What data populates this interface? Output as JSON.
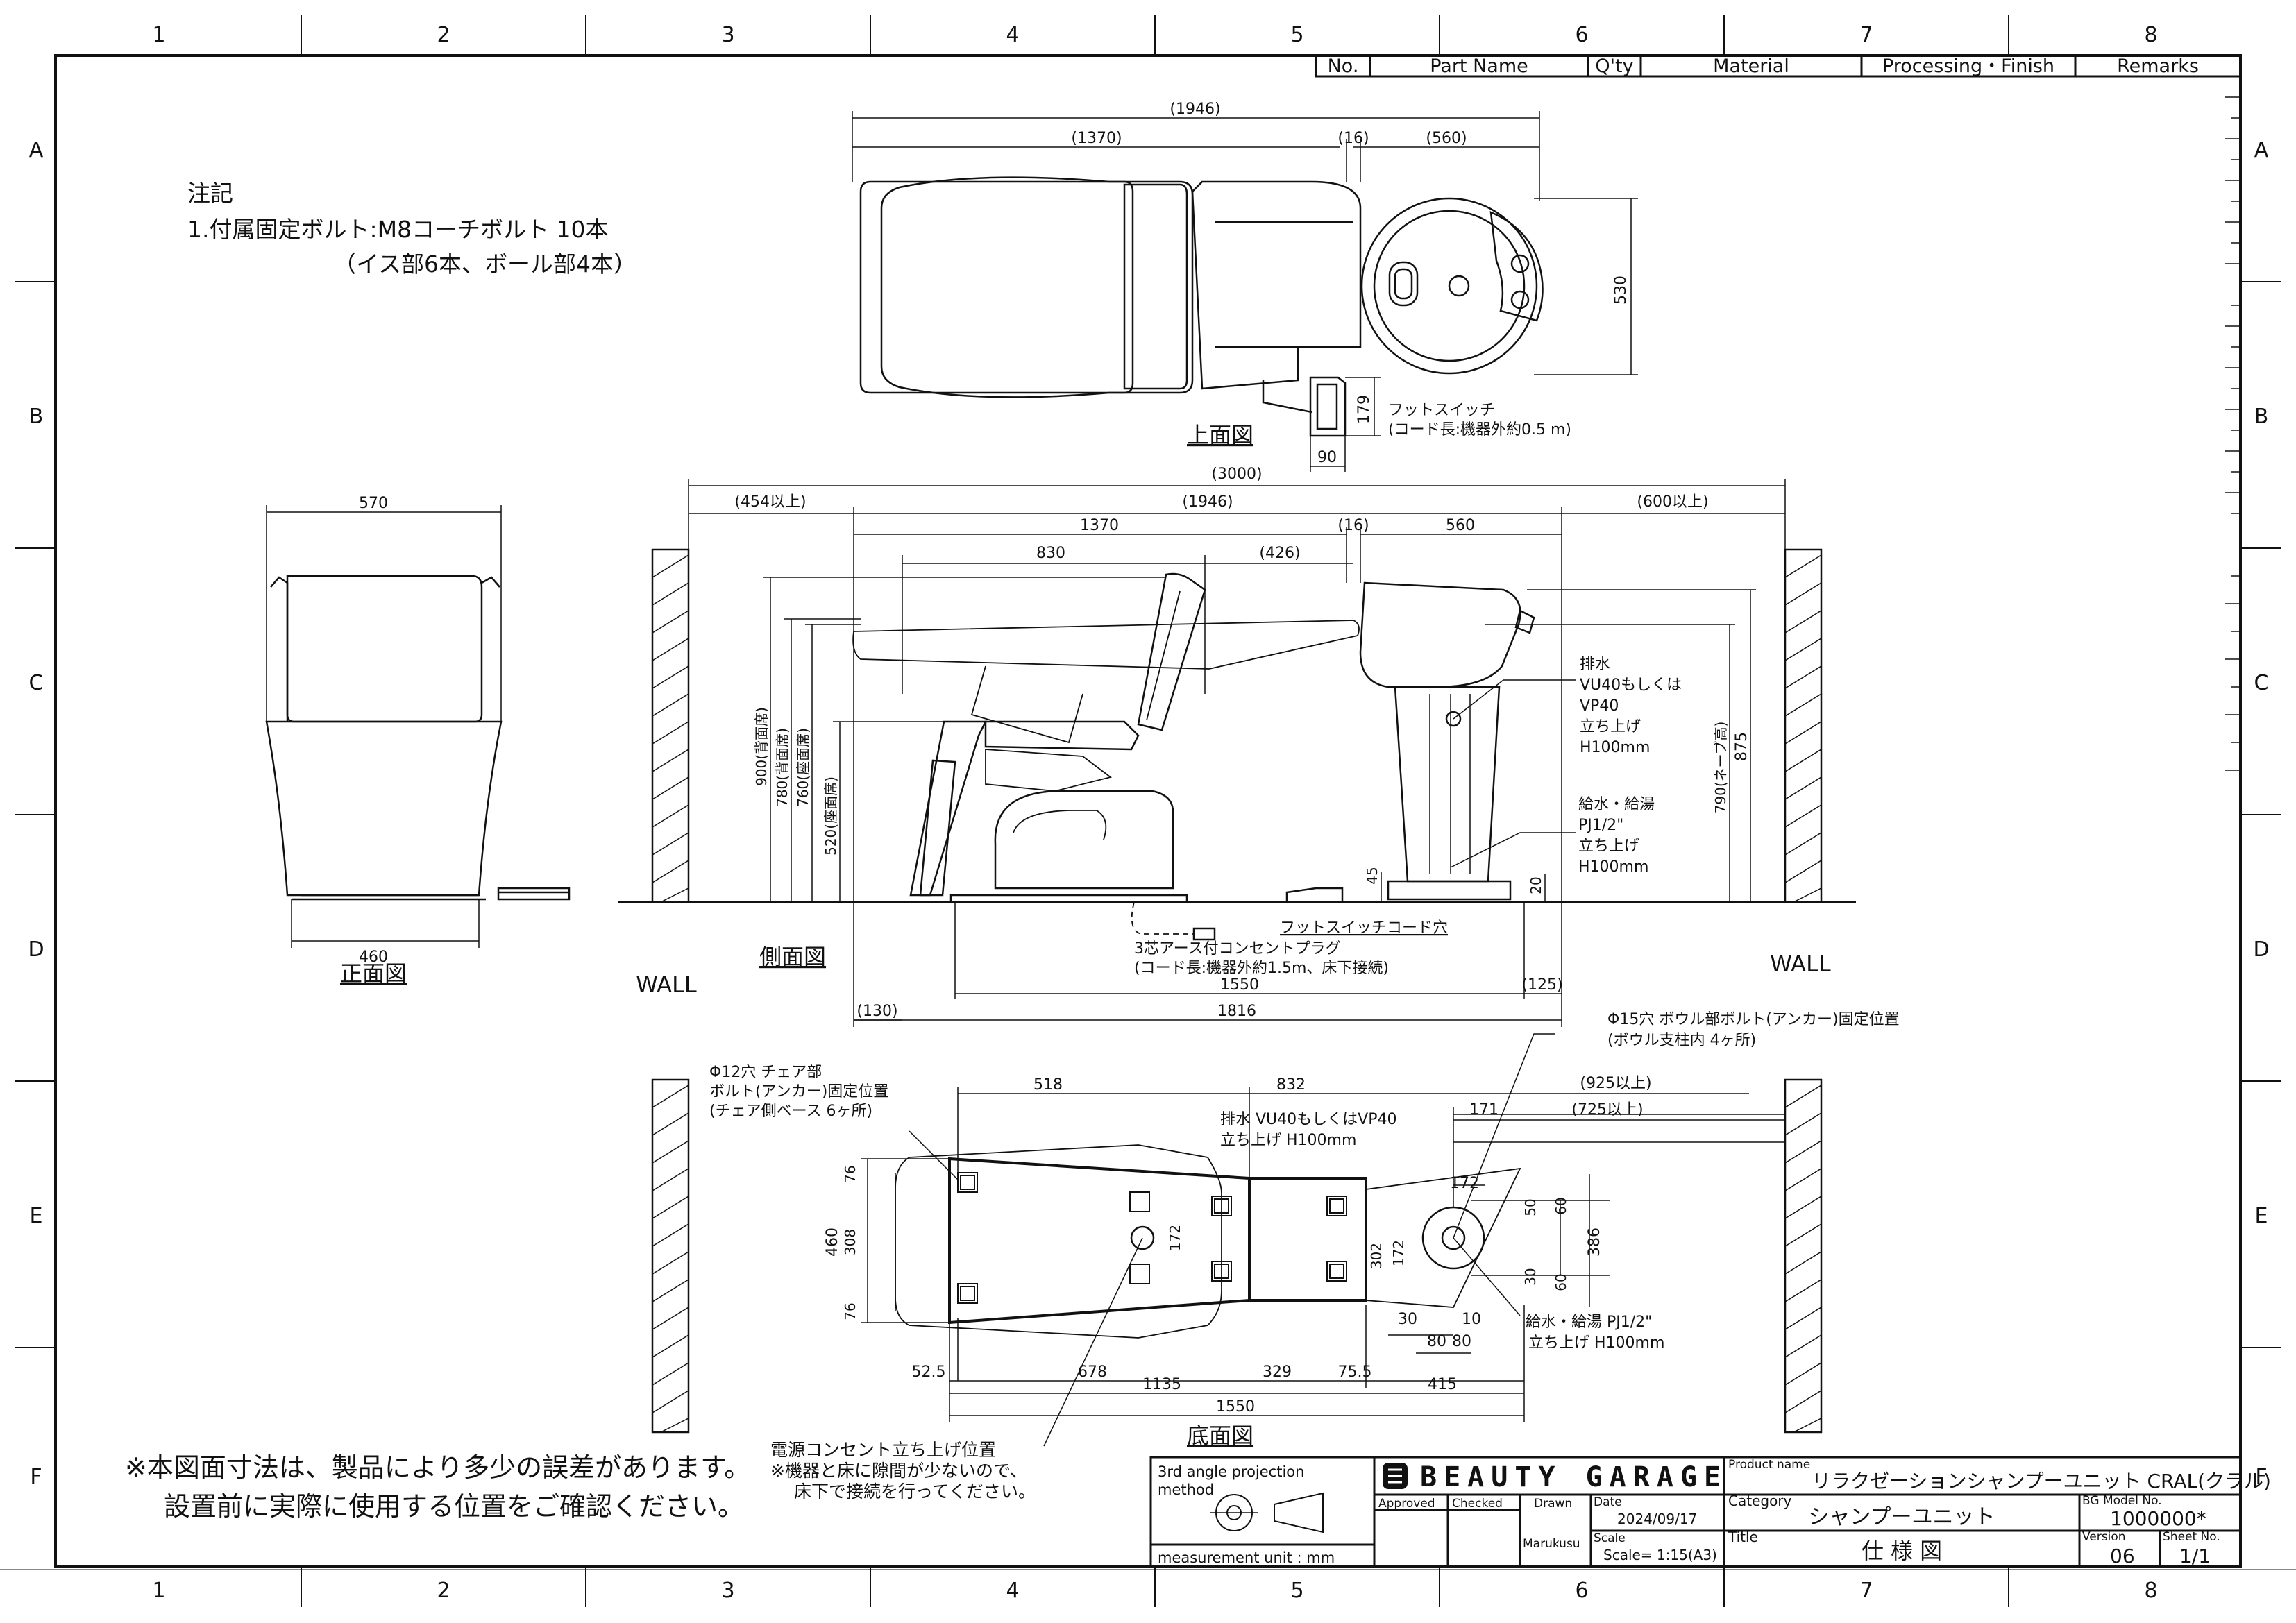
{
  "grid": {
    "columns": [
      "1",
      "2",
      "3",
      "4",
      "5",
      "6",
      "7",
      "8"
    ],
    "rows": [
      "A",
      "B",
      "C",
      "D",
      "E",
      "F"
    ]
  },
  "parts_table": {
    "headers": [
      "No.",
      "Part Name",
      "Q'ty",
      "Material",
      "Processing・Finish",
      "Remarks"
    ]
  },
  "notes": {
    "title": "注記",
    "line1": "1.付属固定ボルト:M8コーチボルト  10本",
    "line2": "（イス部6本、ボール部4本）"
  },
  "views": {
    "top": "上面図",
    "front": "正面図",
    "side": "側面図",
    "bottom": "底面図"
  },
  "wall_label": "WALL",
  "top_view": {
    "dims": [
      "(1946)",
      "(1370)",
      "(16)",
      "(560)",
      "530",
      "179",
      "90"
    ],
    "foot_switch": "フットスイッチ",
    "foot_switch_cord": "(コード長:機器外約0.5 m)"
  },
  "front_view": {
    "dims": [
      "570",
      "460"
    ]
  },
  "side_view": {
    "dims_top": [
      "(3000)",
      "(454以上)",
      "(1946)",
      "(600以上)",
      "1370",
      "(16)",
      "560",
      "830",
      "(426)"
    ],
    "dims_vertical": [
      "900(背面席)",
      "780(背面席)",
      "760(座面席)",
      "520(座面席)",
      "875",
      "790(ネーブ高)",
      "45",
      "20"
    ],
    "dims_bottom": [
      "1550",
      "(125)",
      "1816",
      "(130)"
    ],
    "drain_note": [
      "排水",
      "VU40もしくは",
      "VP40",
      "立ち上げ",
      "H100mm"
    ],
    "supply_note": [
      "給水・給湯",
      "PJ1/2\"",
      "立ち上げ",
      "H100mm"
    ],
    "foot_cord_hole": "フットスイッチコード穴",
    "plug_note": "3芯アース付コンセントプラグ",
    "plug_cord": "(コード長:機器外約1.5m、床下接続)"
  },
  "bottom_view": {
    "bowl_hole_note": "Φ15穴  ボウル部ボルト(アンカー)固定位置",
    "bowl_hole_sub": "(ボウル支柱内  4ヶ所)",
    "chair_hole_note": "Φ12穴  チェア部",
    "chair_hole_note2": "ボルト(アンカー)固定位置",
    "chair_hole_sub": "(チェア側ベース  6ヶ所)",
    "drain": "排水  VU40もしくはVP40",
    "drain_rise": "立ち上げ  H100mm",
    "supply": "給水・給湯  PJ1/2\"",
    "supply_rise": "立ち上げ  H100mm",
    "outlet1": "電源コンセント立ち上げ位置",
    "outlet2": "※機器と床に隙間が少ないので、",
    "outlet3": "床下で接続を行ってください。",
    "dims": [
      "518",
      "832",
      "(925以上)",
      "(725以上)",
      "171",
      "172",
      "50",
      "60",
      "386",
      "30",
      "60",
      "76",
      "308",
      "460",
      "76",
      "172",
      "302",
      "172",
      "30",
      "80",
      "80",
      "10",
      "52.5",
      "678",
      "329",
      "75.5",
      "415",
      "1135",
      "1550"
    ]
  },
  "disclaimer": {
    "line1": "※本図面寸法は、製品により多少の誤差があります。",
    "line2": "設置前に実際に使用する位置をご確認ください。"
  },
  "title_block": {
    "projection": "3rd angle projection",
    "method": "method",
    "unit": "measurement unit : mm",
    "brand": "BEAUTY GARAGE",
    "approved": "Approved",
    "checked": "Checked",
    "drawn": "Drawn",
    "drawn_by": "Marukusu",
    "date_label": "Date",
    "date": "2024/09/17",
    "scale_label": "Scale",
    "scale": "Scale= 1:15(A3)",
    "product_label": "Product name",
    "product": "リラクゼーションシャンプーユニット  CRAL(クラル)",
    "category_label": "Category",
    "category": "シャンプーユニット",
    "title_label": "Title",
    "title": "仕  様  図",
    "model_label": "BG Model No.",
    "model": "1000000*",
    "version_label": "Version",
    "version": "06",
    "sheet_label": "Sheet No.",
    "sheet": "1/1"
  }
}
